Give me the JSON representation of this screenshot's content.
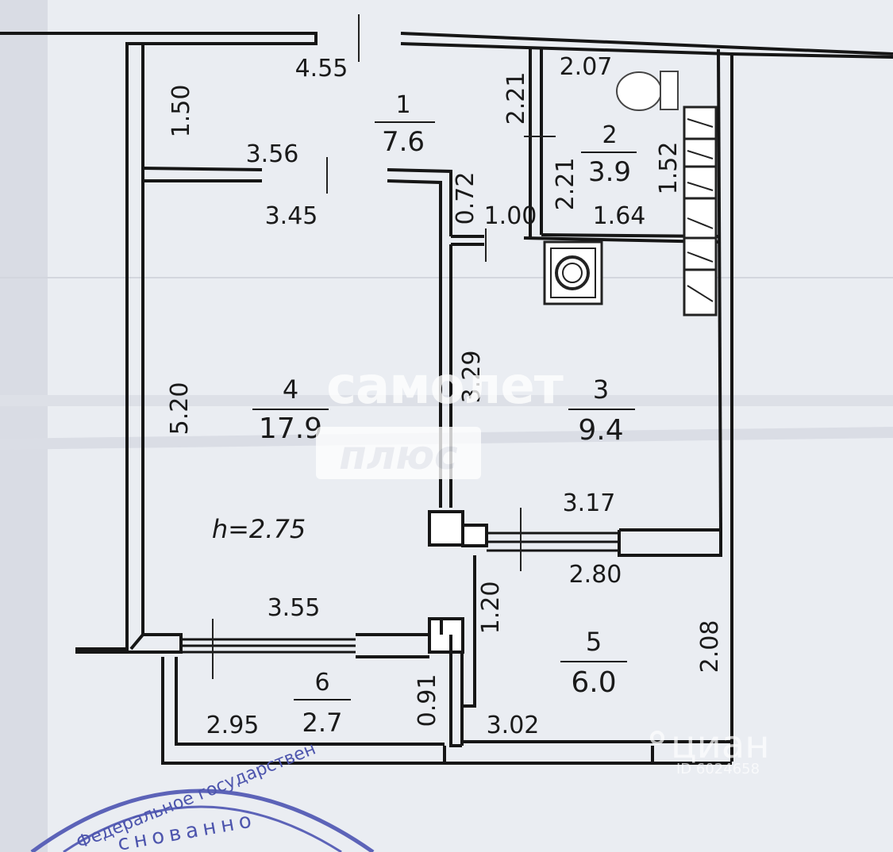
{
  "floor_height": "h=2.75",
  "rooms": [
    {
      "id": "1",
      "area": "7.6"
    },
    {
      "id": "2",
      "area": "3.9"
    },
    {
      "id": "3",
      "area": "9.4"
    },
    {
      "id": "4",
      "area": "17.9"
    },
    {
      "id": "5",
      "area": "6.0"
    },
    {
      "id": "6",
      "area": "2.7"
    }
  ],
  "dimensions": {
    "hall_width": "4.55",
    "hall_depth": "1.50",
    "hall_inner_width": "3.56",
    "bath_top": "2.07",
    "bath_left_upper": "2.21",
    "bath_left_lower": "2.21",
    "bath_right": "1.52",
    "bath_bottom": "1.64",
    "corridor_depth": "0.72",
    "corridor_width": "1.00",
    "room4_top": "3.45",
    "room4_height": "5.20",
    "room4_bottom": "3.55",
    "kitchen_height": "3.29",
    "kitchen_bottom": "3.17",
    "room5_top": "2.80",
    "room5_left": "1.20",
    "room5_right": "2.08",
    "room5_bottom": "3.02",
    "balcony_width": "2.95",
    "balcony_depth": "0.91"
  },
  "watermark": {
    "line1": "самолет",
    "line2": "плюс"
  },
  "cian": {
    "brand": "циан",
    "id": "ID 6024658"
  },
  "stamp": {
    "line1": "Федеральное государствен",
    "line2": "снованно"
  }
}
